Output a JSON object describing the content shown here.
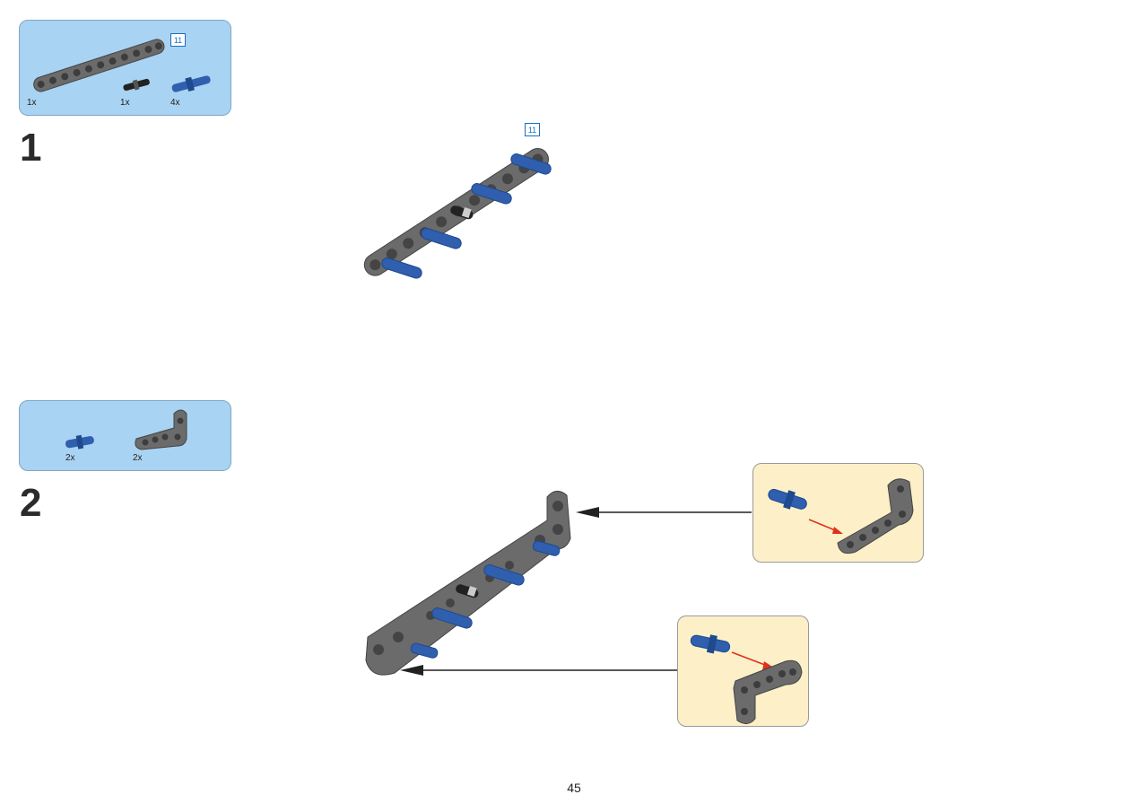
{
  "steps": [
    {
      "number": "1",
      "parts": [
        {
          "qty": "1x",
          "part": "beam-11"
        },
        {
          "qty": "1x",
          "part": "black-pin"
        },
        {
          "qty": "4x",
          "part": "blue-axle-pin"
        }
      ],
      "length_badge": "11",
      "assembly_badge": "11"
    },
    {
      "number": "2",
      "parts": [
        {
          "qty": "2x",
          "part": "blue-axle-pin"
        },
        {
          "qty": "2x",
          "part": "angled-beam"
        }
      ]
    }
  ],
  "page_number": "45",
  "colors": {
    "parts_box": "#a9d3f2",
    "callout_box": "#fdf0c8",
    "beam_gray": "#6b6b6b",
    "pin_blue": "#2f5fae",
    "arrow_red": "#e0301e"
  }
}
